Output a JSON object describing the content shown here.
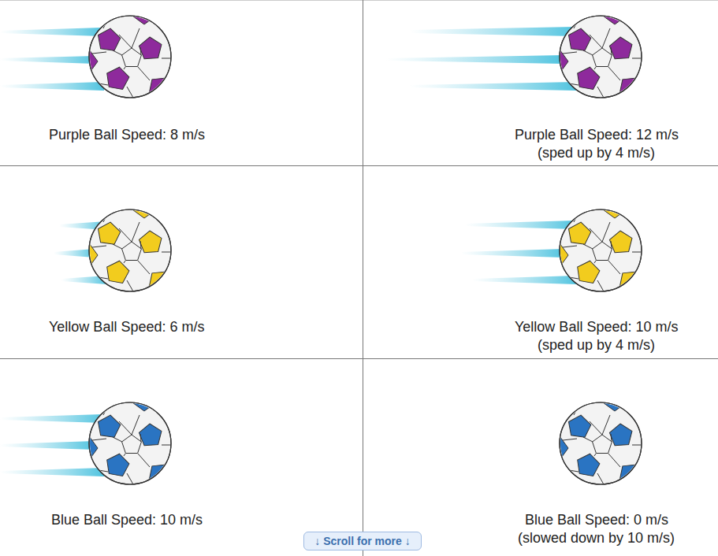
{
  "diagram": {
    "nodes": [
      {
        "text": [
          "↓ Scroll for more ↓"
        ]
      }
    ],
    "labels": [
      "Purple Ball Speed: 8 m/s",
      "Purple Ball Speed: 12 m/s",
      "(sped up by 4 m/s)",
      "Yellow Ball Speed: 6 m/s",
      "Yellow Ball Speed: 10 m/s",
      "(sped up by 4 m/s)",
      "Blue Ball Speed: 10 m/s",
      "Blue Ball Speed: 0 m/s",
      "(slowed down by 10 m/s)"
    ]
  }
}
